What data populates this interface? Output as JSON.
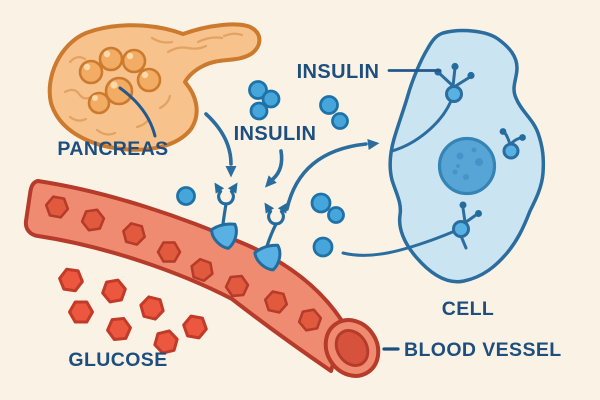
{
  "figure": {
    "type": "medical-illustration",
    "subject": "Insulin released by the pancreas travels through the blood vessel and binds receptors so glucose can enter the cell"
  },
  "labels": {
    "pancreas": "PANCREAS",
    "insulin_top": "INSULIN",
    "insulin_mid": "INSULIN",
    "glucose": "GLUCOSE",
    "cell": "CELL",
    "blood_vessel": "BLOOD VESSEL"
  },
  "counts": {
    "insulin_dots": 9,
    "glucose_molecules_outside_vessel": 7,
    "glucose_molecules_inside_vessel": 8,
    "receptors_on_vessel": 2,
    "receptors_in_cell": 3
  },
  "palette": {
    "background": "#FAF3E5",
    "label_text": "#1D4E7E",
    "outline_blue": "#2A6D9E",
    "insulin_dot_fill": "#46A6DC",
    "insulin_dot_stroke": "#1F72A8",
    "cell_fill": "#CBE4F1",
    "nucleus_fill": "#57A5D6",
    "nucleus_stroke": "#3584B6",
    "receptor_fill": "#58B1E2",
    "pancreas_fill": "#F7C28B",
    "pancreas_outline": "#CC7A2E",
    "islet_fill": "#F3AC64",
    "islet_highlight": "#FBD9A8",
    "pancreas_texture": "#E2A263",
    "vessel_fill": "#EF8B71",
    "vessel_outline": "#B63B2A",
    "vessel_lumen": "#D7523C",
    "vessel_glucose_fill": "#E25A3D",
    "glucose_fill": "#EC5740",
    "glucose_outline": "#C23A28"
  }
}
